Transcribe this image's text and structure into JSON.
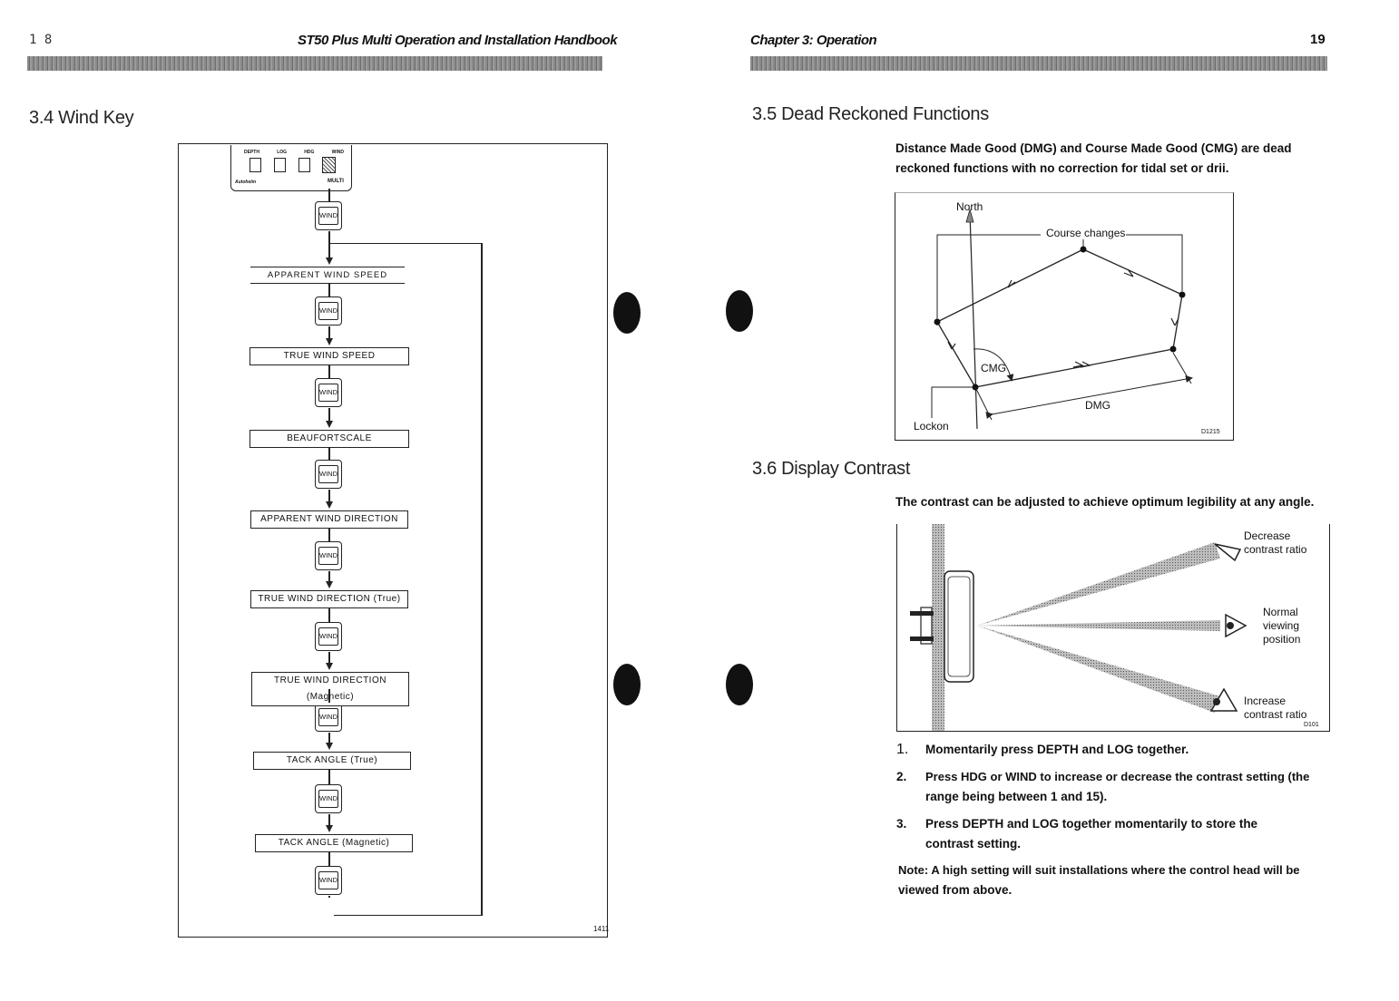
{
  "left_page": {
    "page_number": "1 8",
    "running_title": "ST50 Plus Multi Operation and Installation Handbook",
    "section_title": "3.4 Wind Key",
    "device": {
      "keys": [
        "DEPTH",
        "LOG",
        "HDG",
        "WIND"
      ],
      "brand": "Autohelm",
      "model": "MULTI"
    },
    "wind_key_label": "WIND",
    "flow_steps": [
      "APPARENT WIND SPEED",
      "TRUE WIND SPEED",
      "BEAUFORTSCALE",
      "APPARENT WIND DIRECTION",
      "TRUE WIND DIRECTION (True)",
      "TRUE WIND DIRECTION (Magnetic)",
      "TACK ANGLE (True)",
      "TACK ANGLE (Magnetic)"
    ],
    "figure_ref": "1411"
  },
  "right_page": {
    "chapter_title": "Chapter 3: Operation",
    "page_number": "19",
    "section_35": {
      "title": "3.5 Dead Reckoned Functions",
      "text": "Distance Made Good (DMG) and Course Made Good (CMG) are dead reckoned functions with no correction for tidal set or drii.",
      "diagram": {
        "north": "North",
        "course_changes": "Course changes",
        "cmg": "CMG",
        "dmg": "DMG",
        "lockon": "Lockon",
        "ref": "D1215"
      }
    },
    "section_36": {
      "title": "3.6 Display Contrast",
      "intro": "The contrast can be adjusted to achieve optimum legibility at any angle.",
      "diagram": {
        "decrease_1": "Decrease",
        "decrease_2": "contrast ratio",
        "normal_1": "Normal",
        "normal_2": "viewing",
        "normal_3": "position",
        "increase_1": "Increase",
        "increase_2": "contrast ratio",
        "ref": "D101"
      },
      "steps": [
        {
          "num": "1.",
          "line1": "Momentarily press DEPTH and LOG together.",
          "line2": ""
        },
        {
          "num": "2.",
          "line1": "Press HDG or WIND to increase or decrease the contrast setting (the",
          "line2": "range being between 1 and 15)."
        },
        {
          "num": "3.",
          "line1": "Press DEPTH and LOG together momentarily to store the",
          "line2": "contrast setting."
        }
      ],
      "note_1": "Note: A high setting will suit installations where the control head will be",
      "note_2": "viewed from above."
    }
  }
}
